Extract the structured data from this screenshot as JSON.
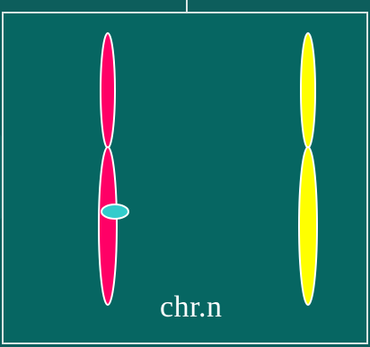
{
  "diagram": {
    "caption": "chr.n",
    "colors": {
      "background": "#0d5e5c",
      "panel": "#066662",
      "frame": "#d8e4e2",
      "chromosome_left": "#ff0066",
      "chromosome_right": "#ffff00",
      "marker": "#33cccc",
      "outline": "#ffffff"
    },
    "chromosomes": [
      {
        "id": "left",
        "color_role": "chromosome_left",
        "has_marker": true
      },
      {
        "id": "right",
        "color_role": "chromosome_right",
        "has_marker": false
      }
    ]
  }
}
